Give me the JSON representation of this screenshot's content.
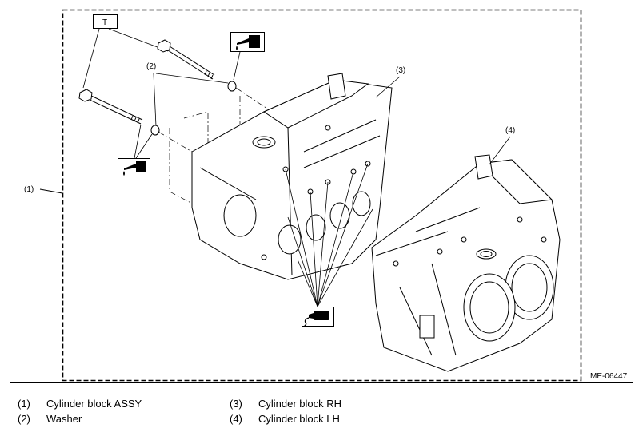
{
  "figure": {
    "id": "ME-06447",
    "callouts": {
      "c1": "(1)",
      "c2": "(2)",
      "c3": "(3)",
      "c4": "(4)",
      "torque": "T"
    },
    "icons": [
      "oil-can-icon",
      "sealant-tube-icon"
    ]
  },
  "legend": [
    {
      "num": "(1)",
      "label": "Cylinder block ASSY"
    },
    {
      "num": "(2)",
      "label": "Washer"
    },
    {
      "num": "(3)",
      "label": "Cylinder block RH"
    },
    {
      "num": "(4)",
      "label": "Cylinder block LH"
    }
  ]
}
